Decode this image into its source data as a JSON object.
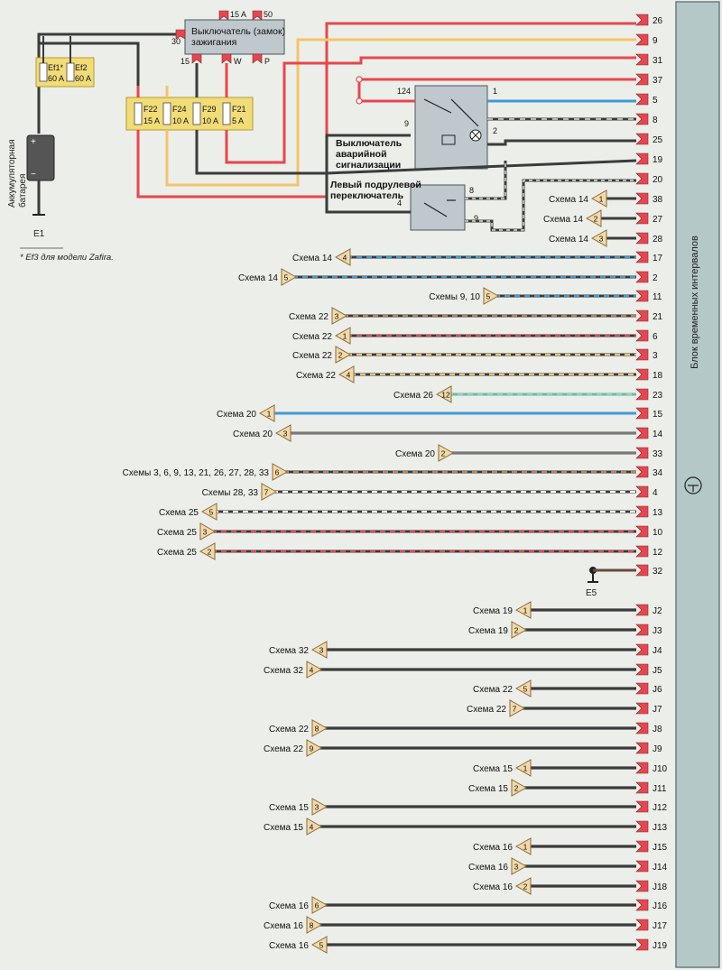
{
  "block_label": "Блок временных интервалов",
  "battery_label_1": "Аккумуляторная",
  "battery_label_2": "батарея",
  "ground_battery": "E1",
  "ground_e5": "E5",
  "footnote": "* Ef3 для модели Zafira.",
  "ignition": {
    "title_1": "Выключатель (замок)",
    "title_2": "зажигания",
    "pin_30": "30",
    "pin_15a": "15 A",
    "pin_50": "50",
    "pin_15": "15",
    "pin_w": "W",
    "pin_p": "P"
  },
  "fuses_top": [
    {
      "name": "Ef1*",
      "rating": "60 A"
    },
    {
      "name": "Ef2",
      "rating": "60 A"
    }
  ],
  "fuses": [
    {
      "name": "F22",
      "rating": "15 A"
    },
    {
      "name": "F24",
      "rating": "10 A"
    },
    {
      "name": "F29",
      "rating": "10 A"
    },
    {
      "name": "F21",
      "rating": "5 A"
    }
  ],
  "hazard_switch": {
    "label_1": "Выключатель",
    "label_2": "аварийной",
    "label_3": "сигнализации",
    "pin_124": "124",
    "pin_9": "9",
    "pin_1": "1",
    "pin_2": "2"
  },
  "stalk_switch": {
    "label_1": "Левый подрулевой",
    "label_2": "переключатель",
    "pin_4": "4",
    "pin_8": "8",
    "pin_9": "9"
  },
  "pins": [
    "26",
    "9",
    "31",
    "37",
    "5",
    "8",
    "25",
    "19",
    "20",
    "38",
    "27",
    "28",
    "17",
    "2",
    "11",
    "21",
    "6",
    "3",
    "18",
    "23",
    "15",
    "14",
    "33",
    "34",
    "4",
    "13",
    "10",
    "12",
    "32",
    "J2",
    "J3",
    "J4",
    "J5",
    "J6",
    "J7",
    "J8",
    "J9",
    "J10",
    "J11",
    "J12",
    "J13",
    "J15",
    "J14",
    "J18",
    "J16",
    "J17",
    "J19"
  ],
  "connections": [
    {
      "label": "Схема 14",
      "num": "1"
    },
    {
      "label": "Схема 14",
      "num": "2"
    },
    {
      "label": "Схема 14",
      "num": "3"
    },
    {
      "label": "Схема 14",
      "num": "4"
    },
    {
      "label": "Схема 14",
      "num": "5"
    },
    {
      "label": "Схемы 9, 10",
      "num": "5"
    },
    {
      "label": "Схема 22",
      "num": "3"
    },
    {
      "label": "Схема 22",
      "num": "1"
    },
    {
      "label": "Схема 22",
      "num": "2"
    },
    {
      "label": "Схема 22",
      "num": "4"
    },
    {
      "label": "Схема 26",
      "num": "12"
    },
    {
      "label": "Схема 20",
      "num": "1"
    },
    {
      "label": "Схема 20",
      "num": "3"
    },
    {
      "label": "Схема 20",
      "num": "2"
    },
    {
      "label": "Схемы 3, 6, 9, 13, 21, 26, 27, 28, 33",
      "num": "6"
    },
    {
      "label": "Схемы 28, 33",
      "num": "7"
    },
    {
      "label": "Схема 25",
      "num": "5"
    },
    {
      "label": "Схема 25",
      "num": "3"
    },
    {
      "label": "Схема 25",
      "num": "2"
    },
    {
      "label": "Схема 19",
      "num": "1"
    },
    {
      "label": "Схема 19",
      "num": "2"
    },
    {
      "label": "Схема 32",
      "num": "3"
    },
    {
      "label": "Схема 32",
      "num": "4"
    },
    {
      "label": "Схема 22",
      "num": "5"
    },
    {
      "label": "Схема 22",
      "num": "7"
    },
    {
      "label": "Схема 22",
      "num": "8"
    },
    {
      "label": "Схема 22",
      "num": "9"
    },
    {
      "label": "Схема 15",
      "num": "1"
    },
    {
      "label": "Схема 15",
      "num": "2"
    },
    {
      "label": "Схема 15",
      "num": "3"
    },
    {
      "label": "Схема 15",
      "num": "4"
    },
    {
      "label": "Схема 16",
      "num": "1"
    },
    {
      "label": "Схема 16",
      "num": "3"
    },
    {
      "label": "Схема 16",
      "num": "2"
    },
    {
      "label": "Схема 16",
      "num": "6"
    },
    {
      "label": "Схема 16",
      "num": "8"
    },
    {
      "label": "Схема 16",
      "num": "5"
    }
  ],
  "colors": {
    "red": "#e8464f",
    "yellow": "#f4c46a",
    "black": "#3b3b3b",
    "blue": "#3f9ad6",
    "panel": "#b4c8c8",
    "triangle": "#f3d9a8"
  }
}
